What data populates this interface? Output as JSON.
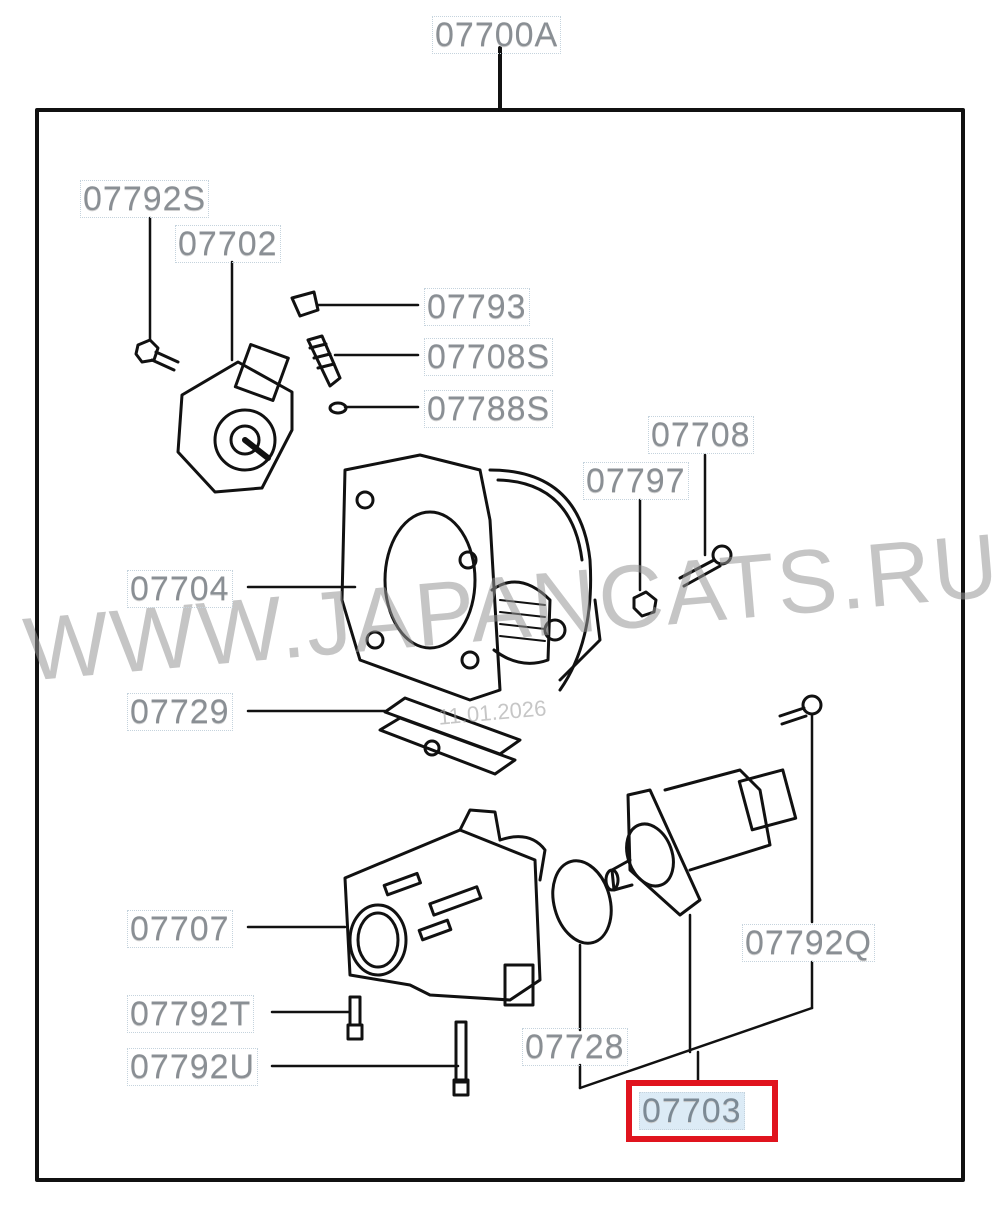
{
  "diagram": {
    "assembly_label": "07700A",
    "highlight_color": "#e0141e",
    "watermark": "WWW.JAPANCATS.RU",
    "date_stamp": "11.01.2026",
    "labels": {
      "p07792S": "07792S",
      "p07702": "07702",
      "p07793": "07793",
      "p07708S": "07708S",
      "p07788S": "07788S",
      "p07708": "07708",
      "p07797": "07797",
      "p07704": "07704",
      "p07729": "07729",
      "p07707": "07707",
      "p07792Q": "07792Q",
      "p07792T": "07792T",
      "p07792U": "07792U",
      "p07728": "07728",
      "p07703": "07703"
    },
    "selected_part": "07703"
  }
}
